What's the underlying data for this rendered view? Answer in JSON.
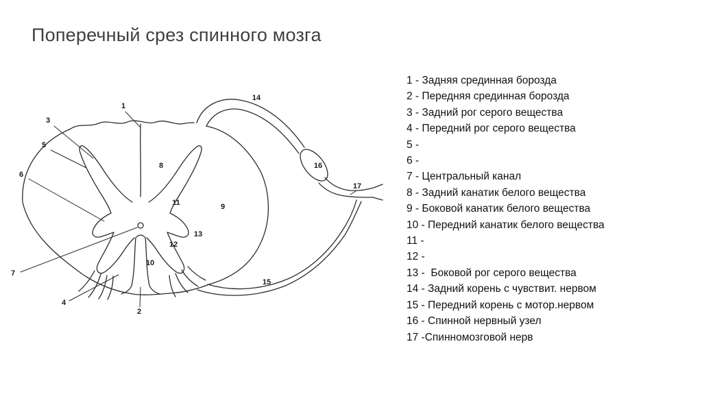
{
  "slide": {
    "title": "Поперечный срез спинного мозга"
  },
  "legend": {
    "items": [
      "1 - Задняя срединная борозда",
      "2 - Передняя срединная борозда",
      "3 - Задний рог серого вещества",
      "4 - Передний рог серого вещества",
      "5 -",
      "6 -",
      "7 - Центральный канал",
      "8 - Задний канатик белого вещества",
      "9 - Боковой канатик белого вещества",
      "10 - Передний канатик белого вещества",
      "11 -",
      "12 -",
      "13 -  Боковой рог серого вещества",
      "14 - Задний корень с чувствит. нервом",
      "15 - Передний корень с мотор.нервом",
      "16 - Спинной нервный узел",
      "17 -Спинномозговой нерв"
    ]
  },
  "diagram": {
    "numbers": [
      "1",
      "2",
      "3",
      "4",
      "5",
      "6",
      "7",
      "8",
      "9",
      "10",
      "11",
      "12",
      "13",
      "14",
      "15",
      "16",
      "17"
    ]
  }
}
